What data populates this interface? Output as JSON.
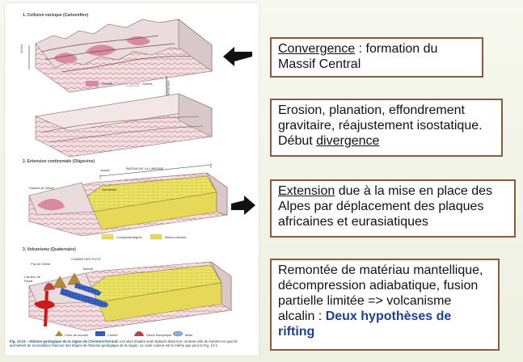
{
  "figure": {
    "sections": [
      {
        "title": "1. Collision varisque (Carbonifère)"
      },
      {
        "title": "2. Extension continentale (Oligocène)"
      },
      {
        "title": "3. Volcanisme (Quaternaire)"
      }
    ],
    "labels": {
      "erosion": "EROSION",
      "scale": "10 km",
      "granite": "Granite",
      "gneiss": "Gneiss",
      "bassin": "BASSIN DE LA LIMAGNE",
      "jussat": "Jussat",
      "gandaillat": "Gandaillat",
      "chaud": "Saulzet-le-Chaud",
      "conglomerat": "Conglomérat/grès",
      "marno": "Marno-calcaire",
      "puy": "Puy de Dôme",
      "chaine": "CHAÎNE DES PUYS",
      "tasmat": "Tasmat",
      "royat": "Carrière de Royat",
      "cone": "Cône de scories",
      "coulee": "Coulée",
      "dome": "Dôme trachytique",
      "maar": "Maar"
    },
    "caption_title": "Fig. 13.21 – Histoire géologique de la région de Clermont-Ferrand.",
    "caption_text": "Les sites étudiés sont replacés dans leur contexte afin de montrer en quoi ils permettent de reconstituer chacune des étapes de l'histoire géologique de la région. Le code couleur est le même que pour la Fig. 13-1."
  },
  "boxes": [
    {
      "pre": "",
      "emph": "Convergence",
      "post": " : formation du Massif Central",
      "emph_style": "underline"
    },
    {
      "pre": "Erosion, planation, effondrement gravitaire, réajustement isostatique. Début ",
      "emph": "divergence",
      "post": "",
      "emph_style": "underline"
    },
    {
      "pre": "",
      "emph": "Extension",
      "post": " due à la mise en place des Alpes par déplacement des plaques africaines et eurasiatiques",
      "emph_style": "underline"
    },
    {
      "pre": "Remontée de matériau mantellique, décompression adiabatique, fusion partielle limitée => volcanisme alcalin : ",
      "emph": "Deux hypothèses de rifting",
      "post": "",
      "emph_style": "blue"
    }
  ],
  "colors": {
    "border": "#8a5a3a",
    "granite": "#d88aa2",
    "gneiss": "#f1d9dc",
    "sediment": "#efe866",
    "arrow": "#111111",
    "highlight": "#1f3f8f"
  }
}
